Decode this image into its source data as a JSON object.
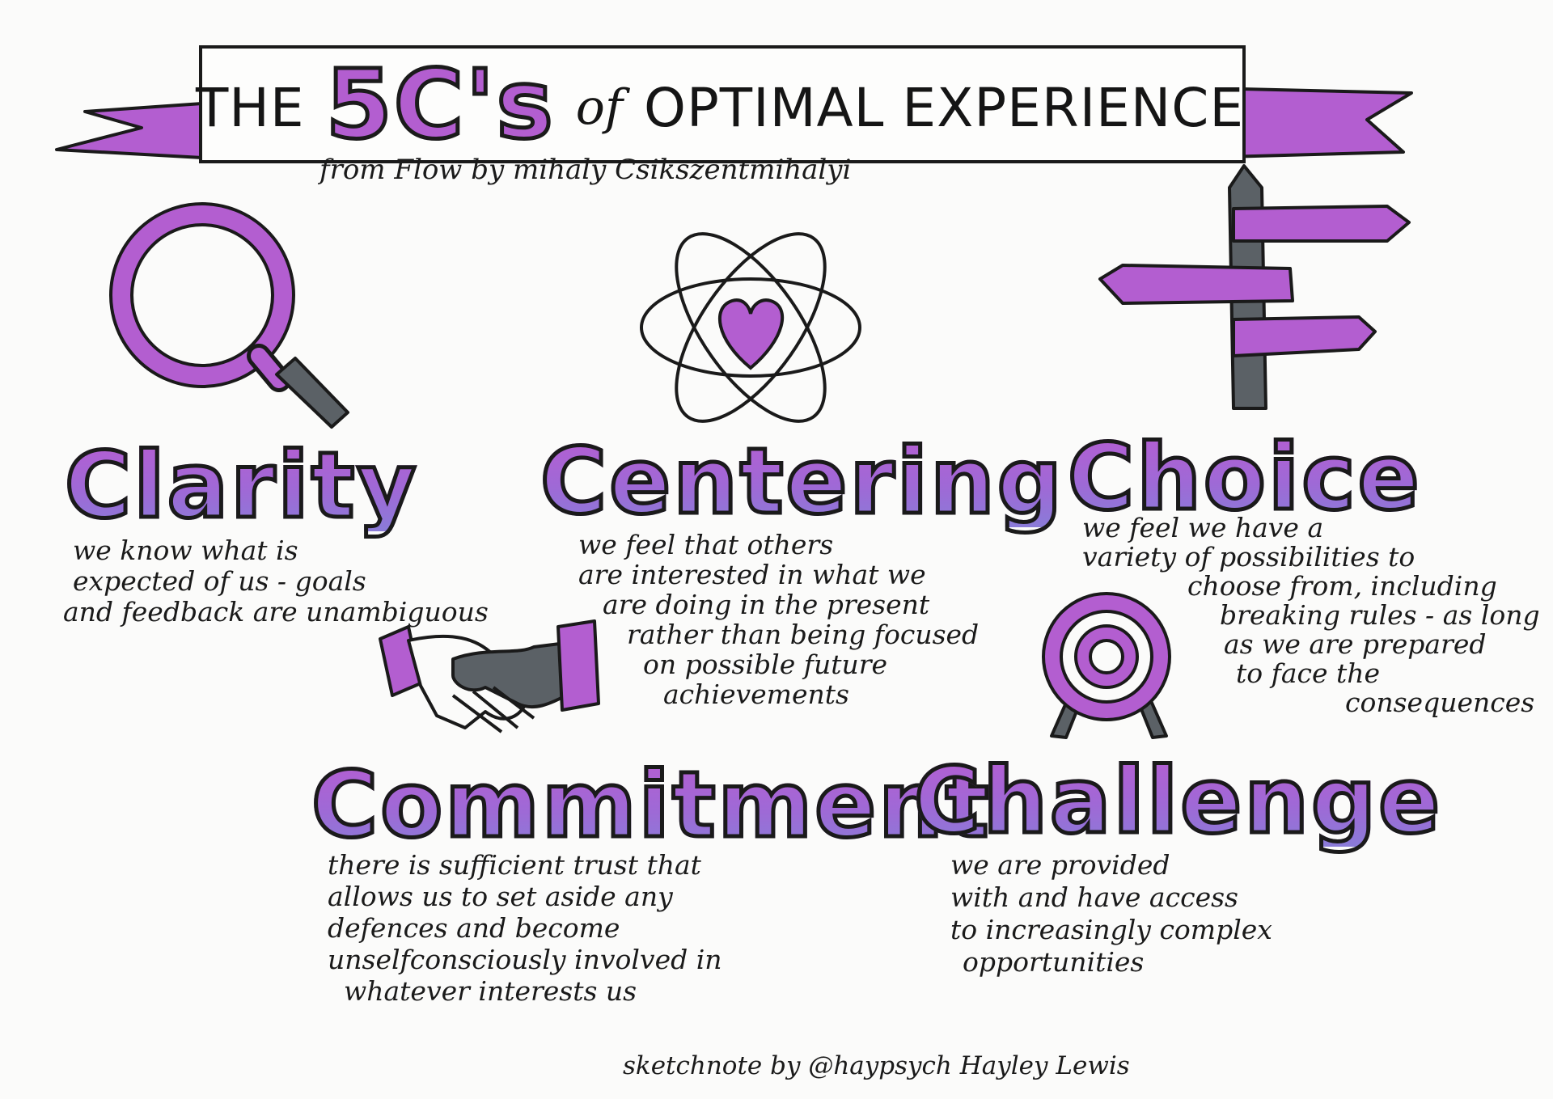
{
  "title": {
    "the": "THE",
    "five_cs": "5C's",
    "of": "of",
    "rest": "OPTIMAL EXPERIENCE"
  },
  "subtitle": "from Flow by mihaly Csikszentmihalyi",
  "sections": {
    "clarity": {
      "heading": "Clarity",
      "lines": [
        "we know what is",
        "expected of us - goals",
        "and feedback are unambiguous"
      ],
      "icon": "magnifying-glass-icon"
    },
    "centering": {
      "heading": "Centering",
      "lines": [
        "we feel that others",
        "are interested in what we",
        "are doing in the present",
        "rather than being focused",
        "on possible future",
        "achievements"
      ],
      "icon": "atom-heart-icon"
    },
    "choice": {
      "heading": "Choice",
      "lines": [
        "we feel we have a",
        "variety of possibilities to",
        "choose from, including",
        "breaking rules - as long",
        "as we are prepared",
        "to face the",
        "consequences"
      ],
      "icon": "signpost-icon"
    },
    "commitment": {
      "heading": "Commitment",
      "lines": [
        "there is sufficient trust that",
        "allows us to set aside any",
        "defences and become",
        "unselfconsciously involved in",
        "whatever interests us"
      ],
      "icon": "handshake-icon"
    },
    "challenge": {
      "heading": "Challenge",
      "lines": [
        "we are provided",
        "with and have access",
        "to increasingly complex",
        "opportunities"
      ],
      "icon": "target-icon"
    }
  },
  "credit": "sketchnote by @haypsych Hayley Lewis",
  "colors": {
    "purple": "#b35ed0",
    "violet": "#8e7bd8",
    "grey": "#5b6166",
    "ink": "#1a1a1a"
  }
}
